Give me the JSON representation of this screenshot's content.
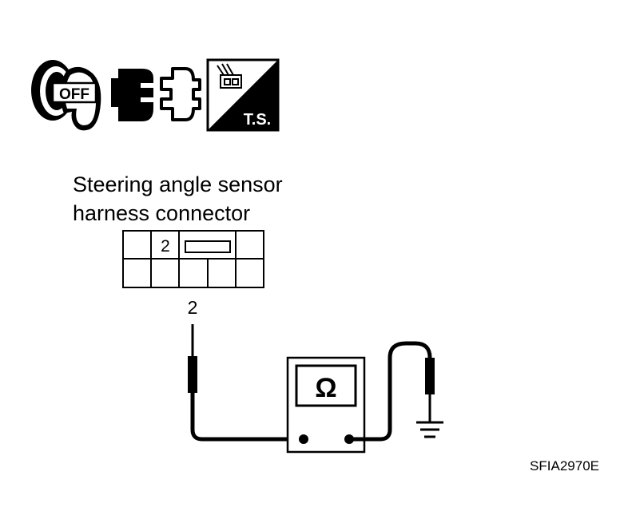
{
  "icons": {
    "ignition": {
      "name": "ignition-key-icon",
      "text": "OFF"
    },
    "disconnect": {
      "name": "disconnected-connector-icon"
    },
    "test_stand": {
      "name": "test-stand-icon",
      "text": "T.S."
    }
  },
  "connector": {
    "title_line1": "Steering angle sensor",
    "title_line2": "harness connector",
    "pin_label": "2"
  },
  "probe": {
    "terminal_label": "2"
  },
  "meter": {
    "symbol": "Ω",
    "icon_name": "ohmmeter-icon"
  },
  "ground": {
    "icon_name": "ground-icon"
  },
  "figure_code": "SFIA2970E",
  "colors": {
    "line": "#000000",
    "background": "#ffffff"
  }
}
